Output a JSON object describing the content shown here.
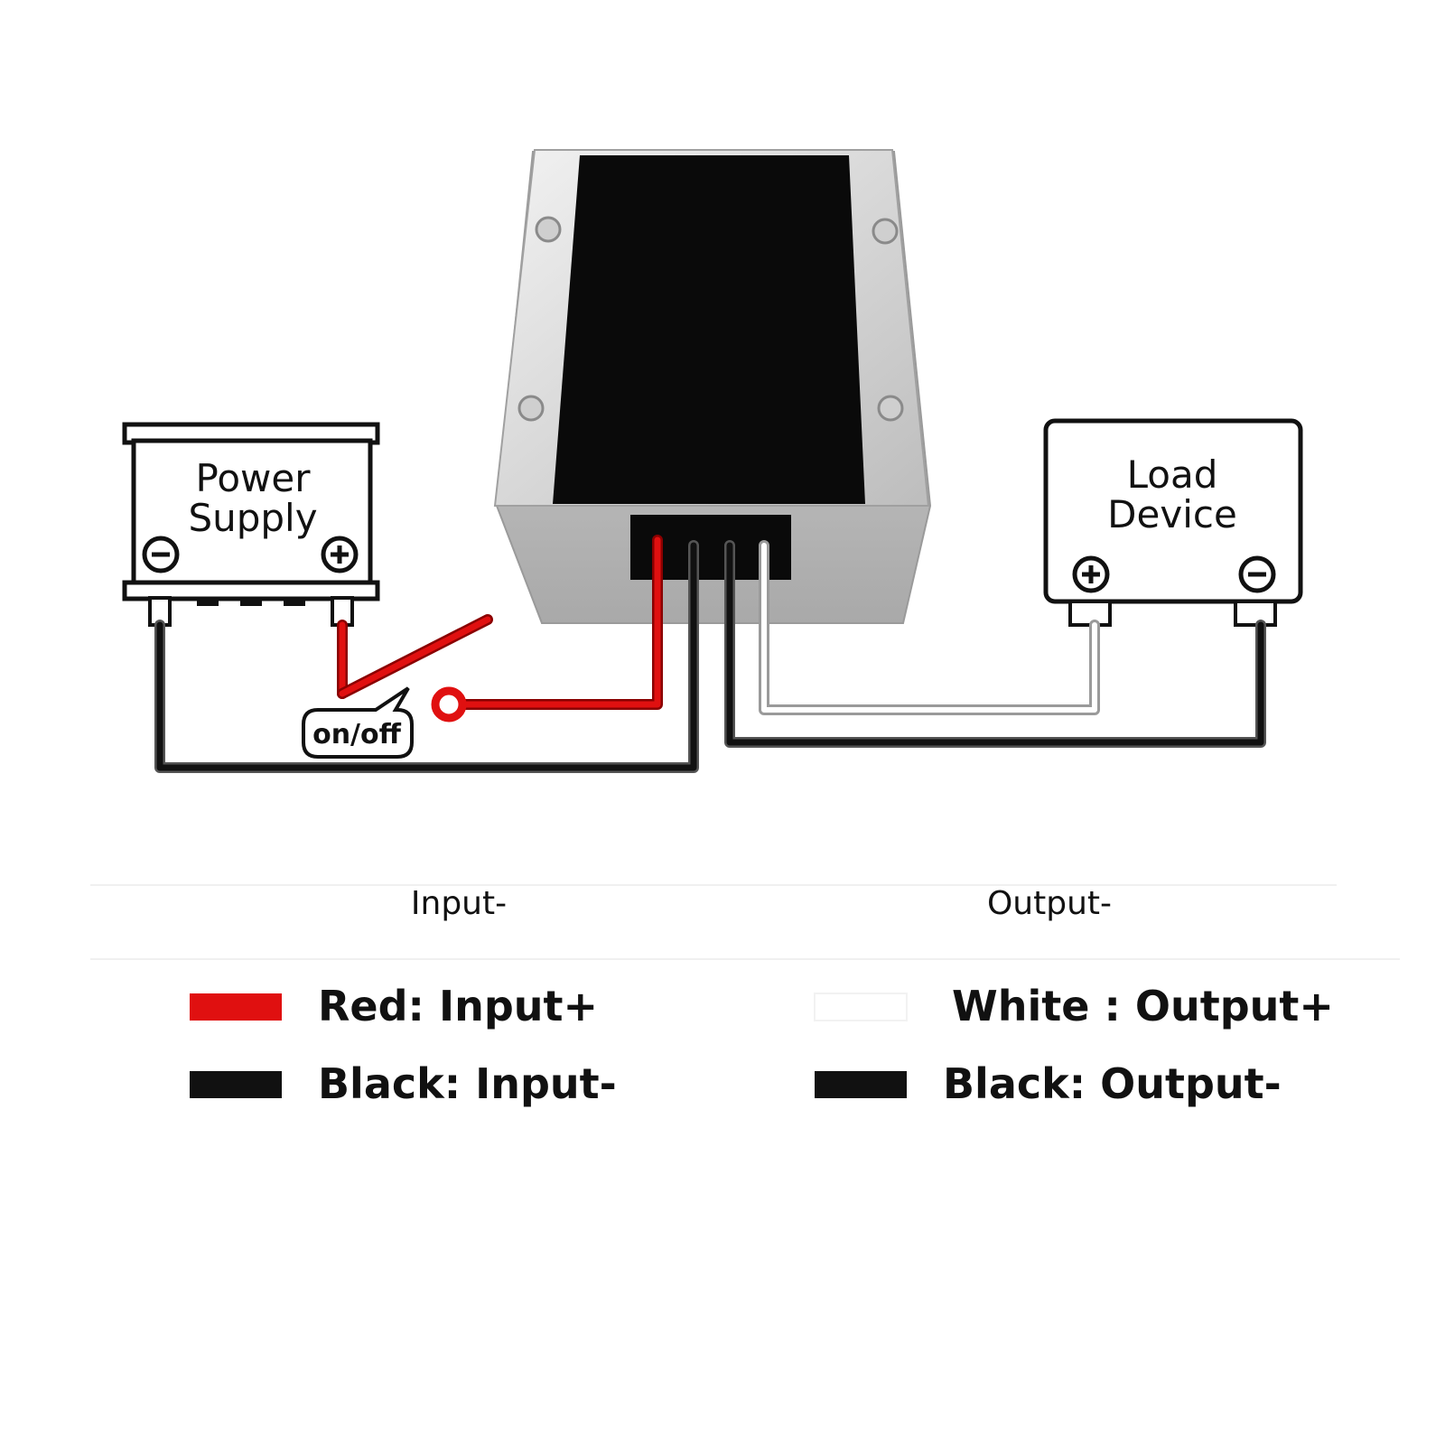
{
  "power_supply": {
    "line1": "Power",
    "line2": "Supply",
    "minus": "−",
    "plus": "+"
  },
  "load_device": {
    "line1": "Load",
    "line2": "Device",
    "minus": "−",
    "plus": "+"
  },
  "switch": {
    "label": "on/off"
  },
  "headers": {
    "input": "Input-",
    "output": "Output-"
  },
  "legend": {
    "red": "Red: Input+",
    "black_in": "Black: Input-",
    "white": "White : Output+",
    "black_out": "Black: Output-"
  },
  "colors": {
    "red": "#e01010",
    "black": "#111111",
    "white": "#ffffff",
    "module": "#0a0a0a",
    "housing": "#d8d8d8"
  }
}
